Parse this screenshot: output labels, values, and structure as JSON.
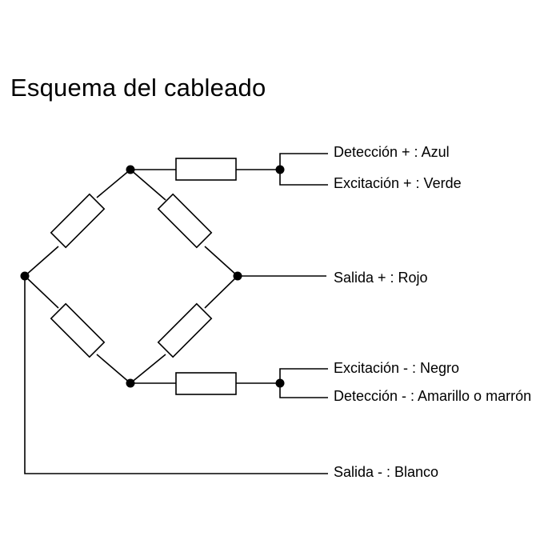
{
  "title": "Esquema del cableado",
  "labels": {
    "sense_plus": "Detección + : Azul",
    "excitation_plus": "Excitación + : Verde",
    "output_plus": "Salida + : Rojo",
    "excitation_minus": "Excitación - : Negro",
    "sense_minus": "Detección - : Amarillo o marrón",
    "output_minus": "Salida - : Blanco"
  }
}
